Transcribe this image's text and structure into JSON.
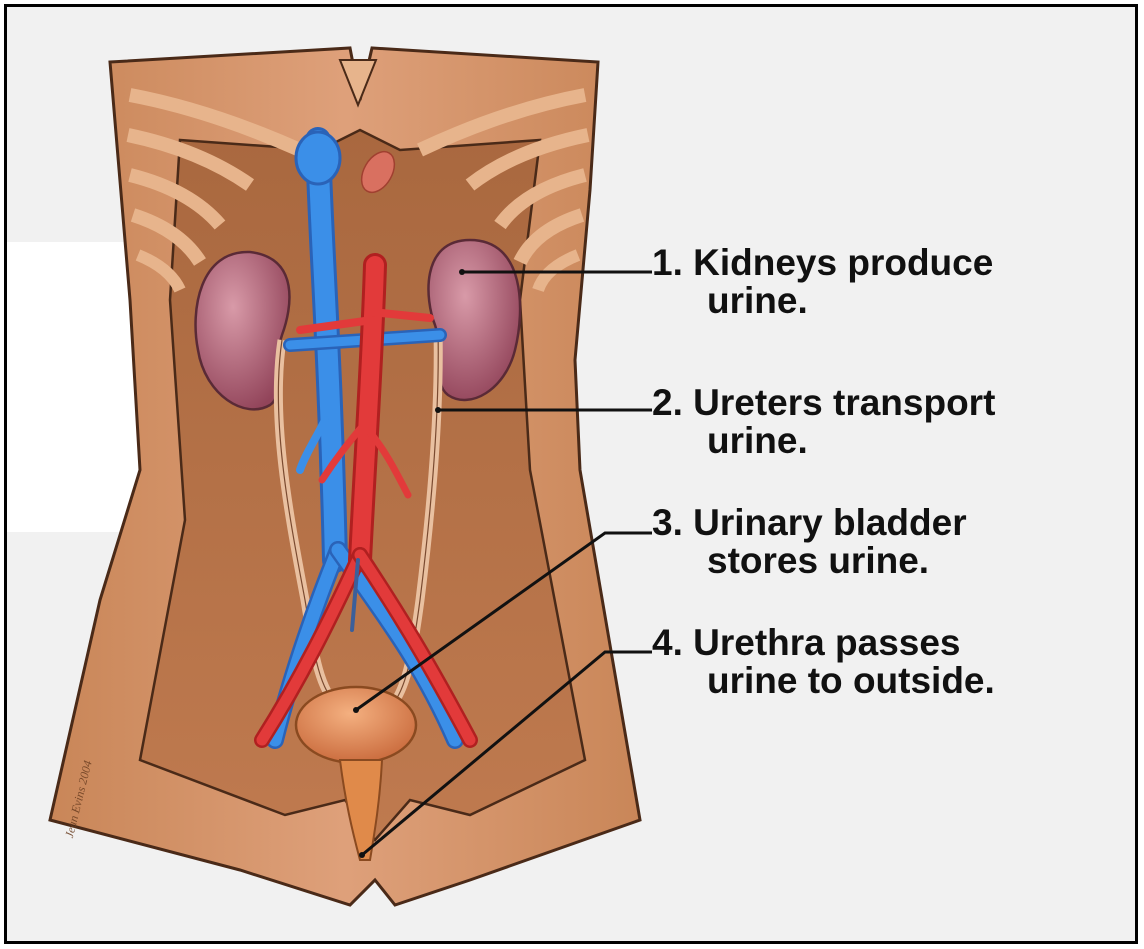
{
  "labels": [
    {
      "number": "1.",
      "line1": "Kidneys produce",
      "line2": "urine."
    },
    {
      "number": "2.",
      "line1": "Ureters transport",
      "line2": "urine."
    },
    {
      "number": "3.",
      "line1": "Urinary bladder",
      "line2": "stores urine."
    },
    {
      "number": "4.",
      "line1": "Urethra passes",
      "line2": "urine to outside."
    }
  ],
  "credit": "Jean Evins 2004",
  "colors": {
    "skin": "#d99a6c",
    "skin_outline": "#4a2a18",
    "cavity": "#b9784e",
    "kidney": "#a8566b",
    "vein": "#3b8fe8",
    "artery": "#e23a3a",
    "bladder": "#e08a4a",
    "background": "#f1f1f1"
  }
}
